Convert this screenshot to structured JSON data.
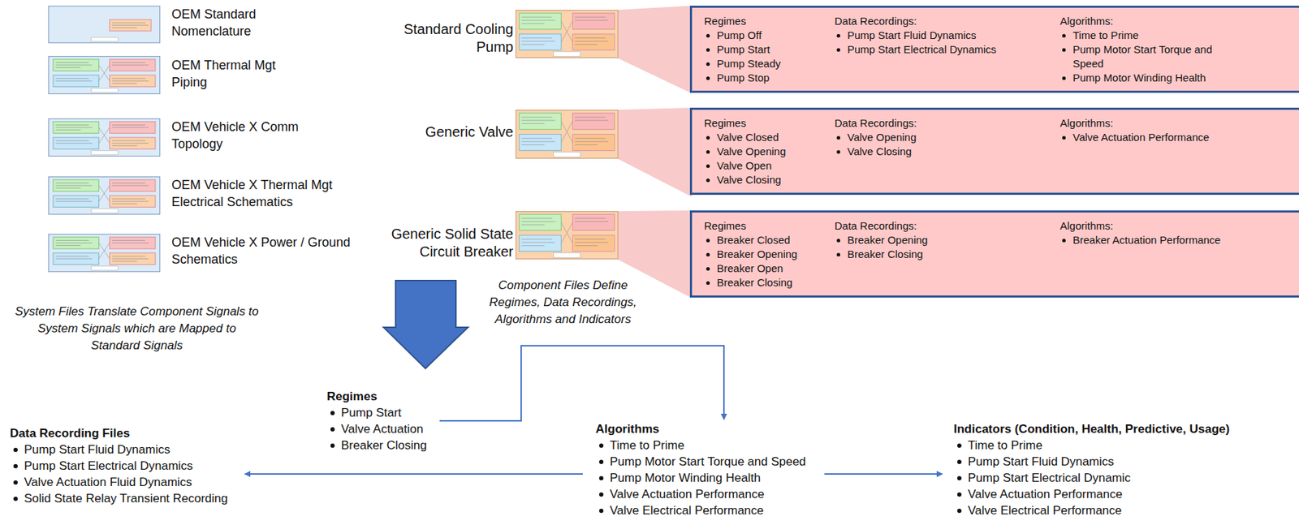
{
  "diagram": {
    "nodes": [
      {
        "text": [
          "Regimes",
          "Pump Off",
          "Pump Start",
          "Pump Steady",
          "Pump Stop",
          "Data Recordings:",
          "Pump Start Fluid Dynamics",
          "Pump Start Electrical Dynamics",
          "Algorithms:",
          "Time to Prime",
          "Pump Motor Start Torque and Speed",
          "Pump Motor Winding Health"
        ]
      },
      {
        "text": [
          "Regimes",
          "Valve Closed",
          "Valve Opening",
          "Valve Open",
          "Valve Closing",
          "Data Recordings:",
          "Valve Opening",
          "Valve Closing",
          "Algorithms:",
          "Valve Actuation Performance"
        ]
      },
      {
        "text": [
          "Regimes",
          "Breaker Closed",
          "Breaker Opening",
          "Breaker Open",
          "Breaker Closing",
          "Data Recordings:",
          "Breaker Opening",
          "Breaker Closing",
          "Algorithms:",
          "Breaker Actuation Performance"
        ]
      },
      {
        "text": [
          "Regimes",
          "Pump Start",
          "Valve Actuation",
          "Breaker Closing"
        ]
      },
      {
        "text": [
          "Data Recording Files",
          "Pump Start Fluid Dynamics",
          "Pump Start Electrical Dynamics",
          "Valve Actuation Fluid Dynamics",
          "Solid State Relay Transient Recording"
        ]
      },
      {
        "text": [
          "Algorithms",
          "Time to Prime",
          "Pump Motor Start Torque and Speed",
          "Pump Motor Winding Health",
          "Valve Actuation Performance",
          "Valve Electrical Performance"
        ]
      },
      {
        "text": [
          "Indicators (Condition, Health, Predictive, Usage)",
          "Time to Prime",
          "Pump Start Fluid Dynamics",
          "Pump Start Electrical Dynamic",
          "Valve Actuation Performance",
          "Valve Electrical Performance"
        ]
      }
    ],
    "edges": [
      {
        "from": 3,
        "to": 5,
        "arrow": "to"
      },
      {
        "from": 5,
        "to": 4,
        "arrow": "to"
      },
      {
        "from": 5,
        "to": 6,
        "arrow": "to"
      }
    ],
    "labels": [
      "OEM Standard Nomenclature",
      "OEM Thermal Mgt Piping",
      "OEM Vehicle X Comm Topology",
      "OEM Vehicle X Thermal Mgt Electrical Schematics",
      "OEM Vehicle X Power / Ground Schematics",
      "System Files Translate Component Signals to System Signals which are Mapped to Standard Signals",
      "Standard Cooling Pump",
      "Generic Valve",
      "Generic Solid State Circuit Breaker",
      "Component Files Define Regimes, Data Recordings, Algorithms and Indicators"
    ]
  }
}
